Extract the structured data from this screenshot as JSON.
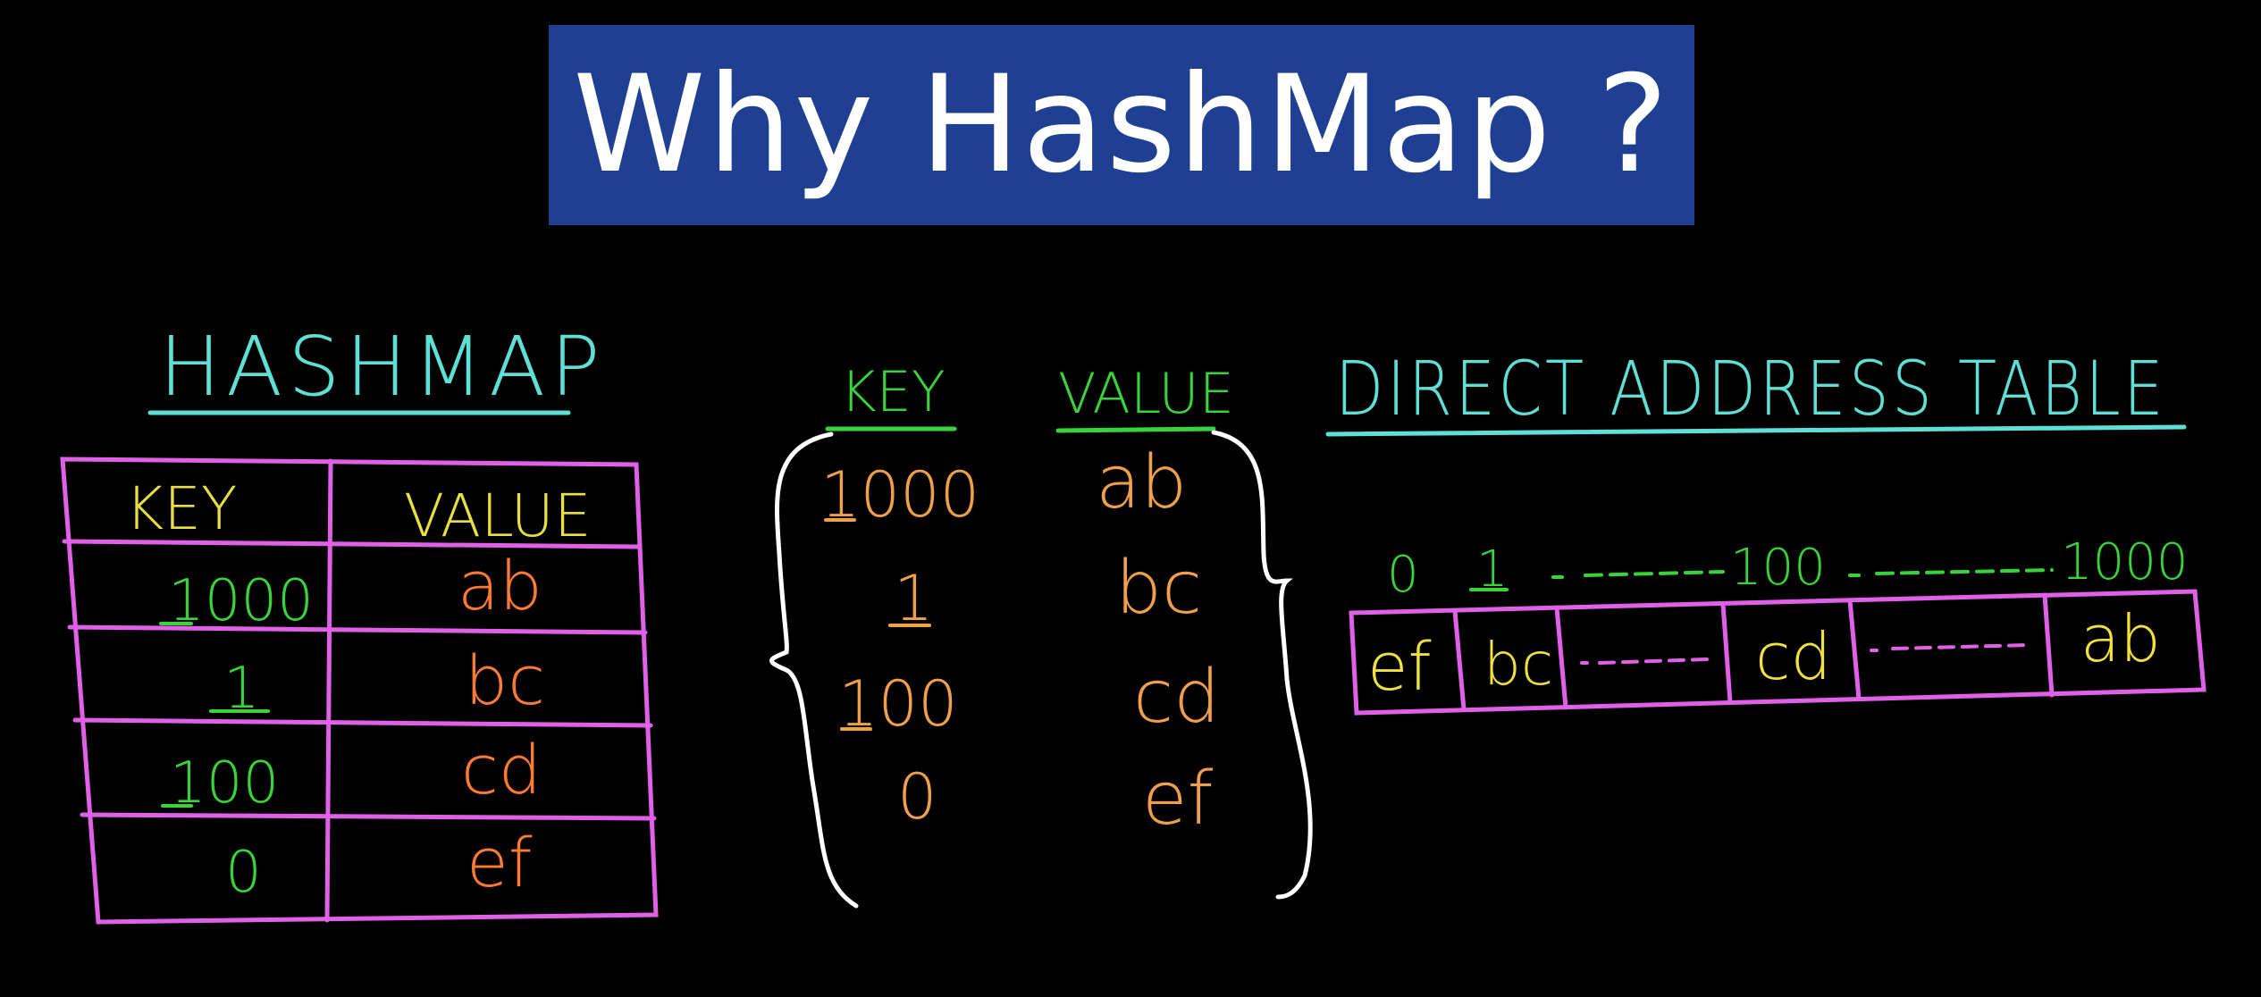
{
  "title": "Why HashMap ?",
  "colors": {
    "background": "#000000",
    "banner": "#1f3f93",
    "heading": "#5fe0d6",
    "key_header": "#e8e040",
    "green": "#39d43a",
    "orange": "#f0a04a",
    "value_orange": "#ff7a33",
    "magenta": "#e060e8",
    "white": "#ffffff",
    "yellow": "#f0e040"
  },
  "hashmap": {
    "heading": "HASHMAP",
    "key_header": "KEY",
    "value_header": "VALUE",
    "rows": [
      {
        "key": "1000",
        "value": "ab"
      },
      {
        "key": "1",
        "value": "bc"
      },
      {
        "key": "100",
        "value": "cd"
      },
      {
        "key": "0",
        "value": "ef"
      }
    ]
  },
  "pairs": {
    "key_header": "KEY",
    "value_header": "VALUE",
    "rows": [
      {
        "key": "1000",
        "value": "ab"
      },
      {
        "key": "1",
        "value": "bc"
      },
      {
        "key": "100",
        "value": "cd"
      },
      {
        "key": "0",
        "value": "ef"
      }
    ]
  },
  "dat": {
    "heading": "DIRECT ADDRESS TABLE",
    "indices": [
      "0",
      "1",
      "100",
      "1000"
    ],
    "cells": [
      "ef",
      "bc",
      "cd",
      "ab"
    ]
  }
}
